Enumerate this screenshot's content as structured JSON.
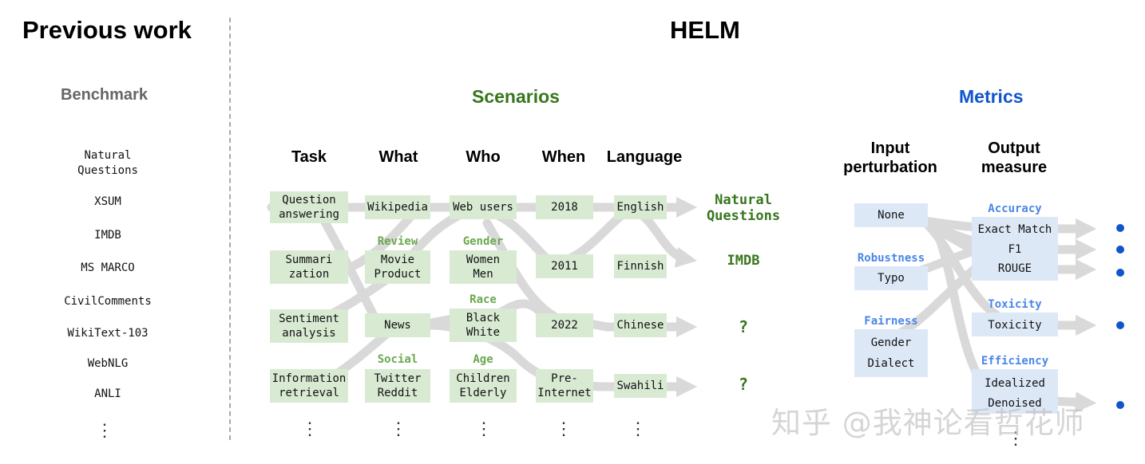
{
  "titles": {
    "previous": "Previous work",
    "helm": "HELM"
  },
  "previous": {
    "heading": "Benchmark",
    "items": [
      "Natural\nQuestions",
      "XSUM",
      "IMDB",
      "MS MARCO",
      "CivilComments",
      "WikiText-103",
      "WebNLG",
      "ANLI"
    ],
    "more": "⋮"
  },
  "scenarios": {
    "heading": "Scenarios",
    "columns": [
      "Task",
      "What",
      "Who",
      "When",
      "Language"
    ],
    "task": [
      "Question\nanswering",
      "Summari\nzation",
      "Sentiment\nanalysis",
      "Information\nretrieval"
    ],
    "what_labels": [
      "Review",
      "Social"
    ],
    "what": [
      "Wikipedia",
      "Movie\nProduct",
      "News",
      "Twitter\nReddit"
    ],
    "who_labels": [
      "Gender",
      "Race",
      "Age"
    ],
    "who": [
      "Web users",
      "Women\nMen",
      "Black\nWhite",
      "Children\nElderly"
    ],
    "when": [
      "2018",
      "2011",
      "2022",
      "Pre-\nInternet"
    ],
    "language": [
      "English",
      "Finnish",
      "Chinese",
      "Swahili"
    ],
    "outcomes": [
      "Natural\nQuestions",
      "IMDB",
      "?",
      "?"
    ],
    "more": "⋮"
  },
  "metrics": {
    "heading": "Metrics",
    "columns": [
      "Input\nperturbation",
      "Output\nmeasure"
    ],
    "perturbation_groups": [
      {
        "label": "",
        "items": [
          "None"
        ]
      },
      {
        "label": "Robustness",
        "items": [
          "Typo"
        ]
      },
      {
        "label": "Fairness",
        "items": [
          "Gender",
          "Dialect"
        ]
      }
    ],
    "measure_groups": [
      {
        "label": "Accuracy",
        "items": [
          "Exact Match",
          "F1",
          "ROUGE"
        ]
      },
      {
        "label": "Toxicity",
        "items": [
          "Toxicity"
        ]
      },
      {
        "label": "Efficiency",
        "items": [
          "Idealized",
          "Denoised"
        ]
      }
    ],
    "more": "⋮"
  },
  "watermark": "知乎 @我神论看哲花师",
  "colors": {
    "scenario_green": "#38761d",
    "label_green": "#6aa84f",
    "box_green": "#d9ead3",
    "metric_blue": "#1155cc",
    "label_blue": "#4a86e8",
    "box_blue": "#dde8f7",
    "flow_gray": "#d9d9d9",
    "dot_blue": "#1155cc",
    "benchmark_gray": "#666666"
  }
}
